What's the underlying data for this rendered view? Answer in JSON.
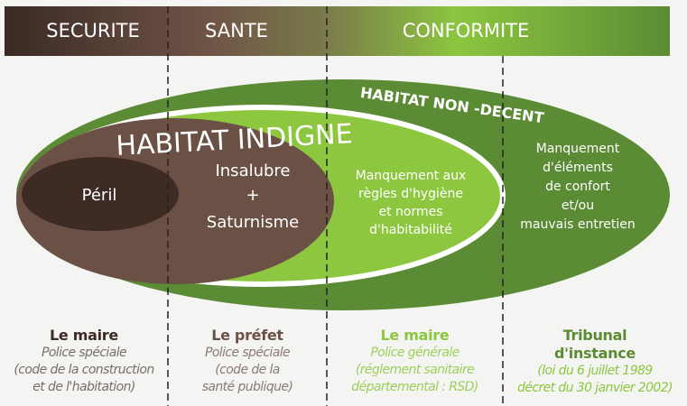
{
  "header": {
    "categories": [
      "SECURITE",
      "SANTE",
      "CONFORMITE"
    ]
  },
  "diagram": {
    "habitat_non_decent": "HABITAT NON -DECENT",
    "habitat_indigne": "HABITAT INDIGNE",
    "peril": "Péril",
    "insalubre": [
      "Insalubre",
      "+",
      "Saturnisme"
    ],
    "manquement_hygiene": [
      "Manquement aux",
      "règles d'hygiène",
      "et normes",
      "d'habitabilité"
    ],
    "manquement_confort": [
      "Manquement",
      "d'éléments",
      "de confort",
      "et/ou",
      "mauvais entretien"
    ]
  },
  "authorities": [
    {
      "title": [
        "Le maire"
      ],
      "lines": [
        "Police spéciale",
        "(code de la construction",
        "et de l'habitation)"
      ],
      "color": "#3d2b24",
      "sub_color": "#7a6e69"
    },
    {
      "title": [
        "Le préfet"
      ],
      "lines": [
        "Police spéciale",
        "(code de la",
        "santé publique)"
      ],
      "color": "#6b5145",
      "sub_color": "#8a7b74"
    },
    {
      "title": [
        "Le maire"
      ],
      "lines": [
        "Police générale",
        "(réglement sanitaire",
        "départemental : RSD)"
      ],
      "color": "#8dc63f",
      "sub_color": "#9ccf5a"
    },
    {
      "title": [
        "Tribunal",
        "d'instance"
      ],
      "lines": [
        "(loi du 6 juillet 1989",
        "décret du 30 janvier 2002)"
      ],
      "color": "#5a8a32",
      "sub_color": "#8dc63f"
    }
  ]
}
